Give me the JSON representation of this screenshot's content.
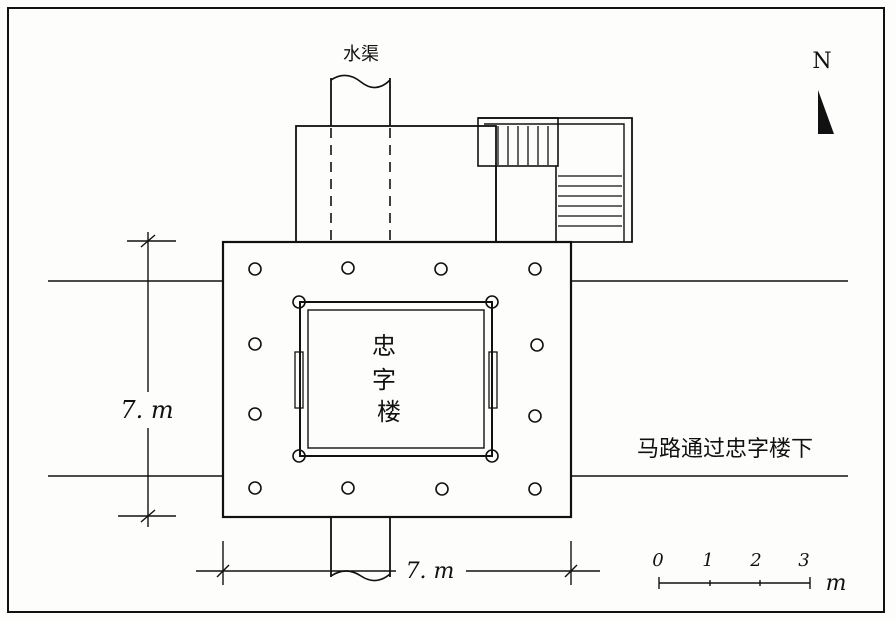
{
  "labels": {
    "canal": "水渠",
    "building_line1": "忠",
    "building_line2": "字",
    "building_line3": "楼",
    "road_note": "马路通过忠字楼下",
    "north": "N",
    "dim_vertical": "7. m",
    "dim_horizontal": "7. m"
  },
  "scale_bar": {
    "ticks": [
      "0",
      "1",
      "2",
      "3"
    ],
    "unit": "m"
  },
  "colors": {
    "ink": "#111111",
    "paper": "#fdfdfb"
  }
}
